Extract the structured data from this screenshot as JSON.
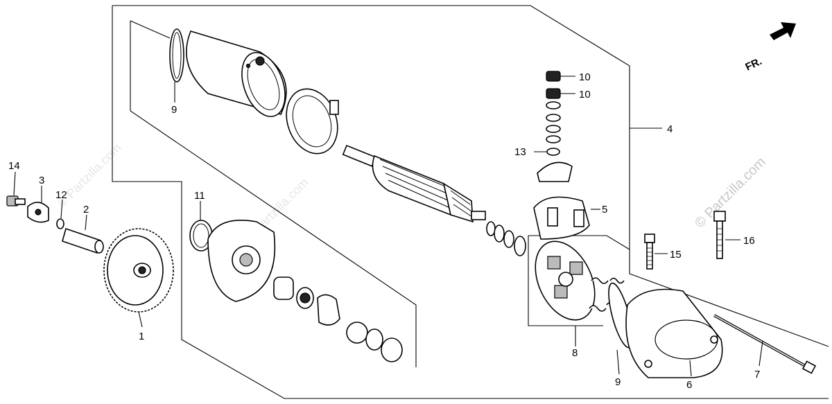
{
  "diagram": {
    "direction_arrow": {
      "label": "FR."
    },
    "watermarks": [
      {
        "text": "© Partzilla.com",
        "angle": -45
      },
      {
        "text": "© Partzilla.com",
        "angle": -45
      },
      {
        "text": "© Partzilla.com",
        "angle": -45
      }
    ],
    "callouts": [
      {
        "id": "c1",
        "text": "1"
      },
      {
        "id": "c2",
        "text": "2"
      },
      {
        "id": "c3",
        "text": "3"
      },
      {
        "id": "c4",
        "text": "4"
      },
      {
        "id": "c5",
        "text": "5"
      },
      {
        "id": "c6",
        "text": "6"
      },
      {
        "id": "c7",
        "text": "7"
      },
      {
        "id": "c8",
        "text": "8"
      },
      {
        "id": "c9a",
        "text": "9"
      },
      {
        "id": "c9b",
        "text": "9"
      },
      {
        "id": "c10a",
        "text": "10"
      },
      {
        "id": "c10b",
        "text": "10"
      },
      {
        "id": "c11",
        "text": "11"
      },
      {
        "id": "c12",
        "text": "12"
      },
      {
        "id": "c13",
        "text": "13"
      },
      {
        "id": "c14",
        "text": "14"
      },
      {
        "id": "c15",
        "text": "15"
      },
      {
        "id": "c16",
        "text": "16"
      }
    ]
  }
}
